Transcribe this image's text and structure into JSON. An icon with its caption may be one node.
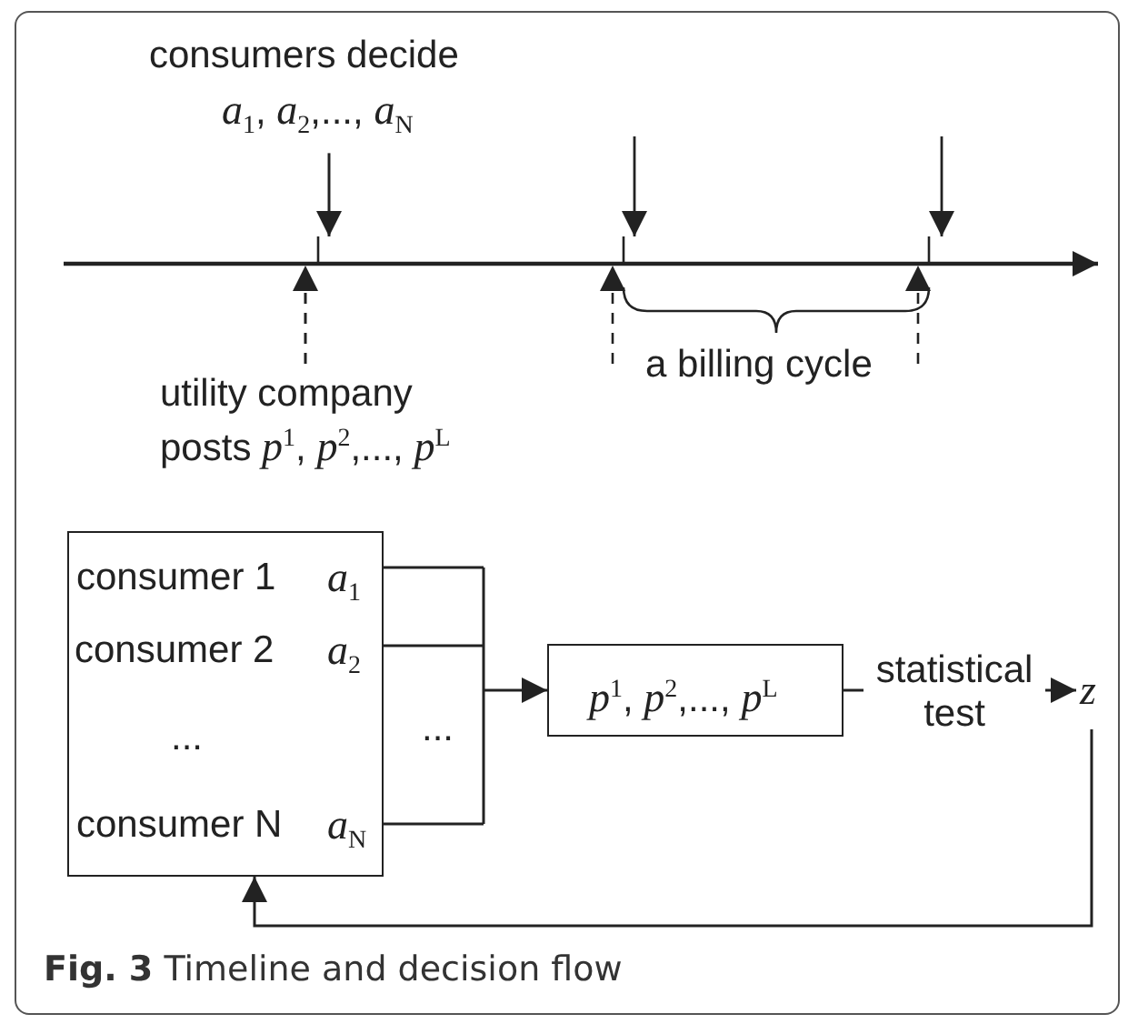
{
  "diagram": {
    "caption": "**Fig. 3** Timeline and decision flow",
    "nodes": [
      {
        "text": [
          "consumers decide",
          "*a*$_{1}$, *a*$_{2}$,..., *a*$_{N}$"
        ]
      },
      {
        "text": [
          "utility company posts *p*$^{1}$, *p*$^{2}$,..., *p*$^{L}$"
        ]
      },
      {
        "text": [
          "consumer 1",
          "*a*$_{1}$",
          "consumer 2",
          "*a*$_{2}$",
          "...",
          "consumer N",
          "*a*$_{N}$"
        ]
      },
      {
        "text": [
          "*p*$^{1}$, *p*$^{2}$,..., *p*$^{L}$"
        ]
      },
      {
        "text": [
          "*z*"
        ]
      }
    ],
    "edges": [
      {
        "from": 0,
        "to": null,
        "arrow": "to"
      },
      {
        "from": 1,
        "to": null,
        "arrow": "to",
        "style": "dashed"
      },
      {
        "from": 2,
        "to": 3,
        "arrow": "to"
      },
      {
        "from": 3,
        "to": 4,
        "arrow": "to",
        "label": "statistical test"
      },
      {
        "from": 4,
        "to": 2,
        "arrow": "to"
      }
    ],
    "labels": [
      "a billing cycle",
      "..."
    ]
  }
}
